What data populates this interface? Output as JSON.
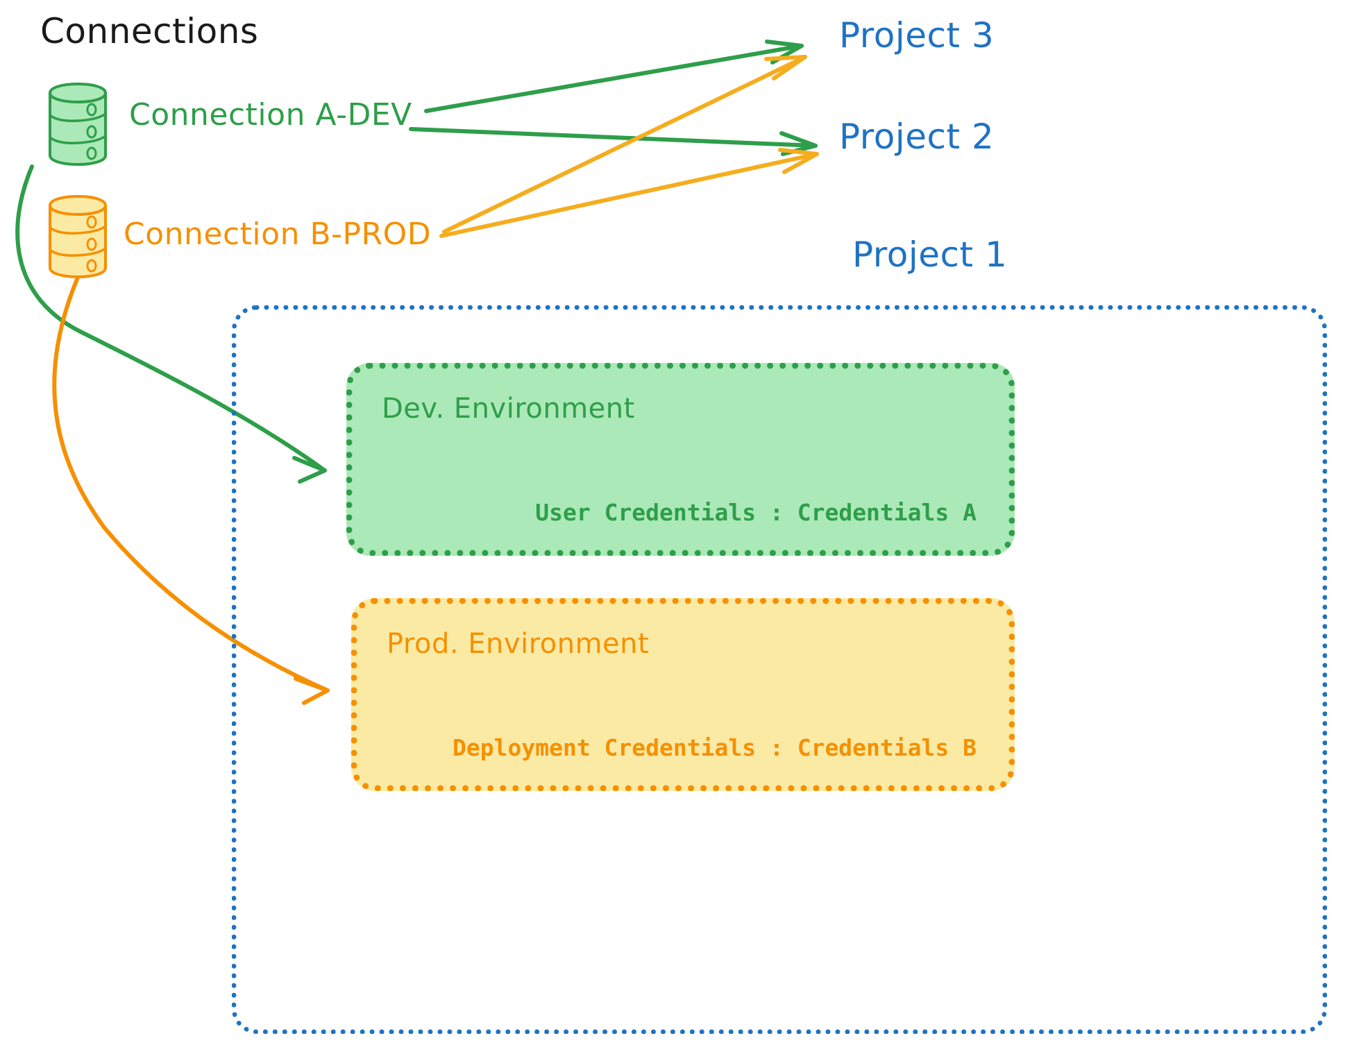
{
  "diagram": {
    "title": "Connections",
    "colors": {
      "green_stroke": "#2e9e4a",
      "green_fill": "#abe9b8",
      "orange_stroke": "#f59000",
      "orange_fill": "#fbeaa4",
      "blue_stroke": "#1f72c4",
      "title_color": "#1a1a1a",
      "background": "#ffffff"
    },
    "connections": [
      {
        "id": "connection-a-dev",
        "label": "Connection A-DEV",
        "icon": "database-cylinder-icon",
        "color": "#2e9e4a",
        "targets": [
          "Project 3",
          "Project 2",
          "Dev. Environment"
        ]
      },
      {
        "id": "connection-b-prod",
        "label": "Connection B-PROD",
        "icon": "database-cylinder-icon",
        "color": "#f59000",
        "targets": [
          "Project 3",
          "Project 2",
          "Prod. Environment"
        ]
      }
    ],
    "projects": [
      {
        "id": "project-3",
        "label": "Project 3"
      },
      {
        "id": "project-2",
        "label": "Project 2"
      },
      {
        "id": "project-1",
        "label": "Project 1"
      }
    ],
    "project_1": {
      "label": "Project 1",
      "environments": [
        {
          "id": "dev-environment",
          "title": "Dev. Environment",
          "credentials_label": "User Credentials",
          "credentials_separator": ":",
          "credentials_value": "Credentials A",
          "credentials_text": "User Credentials : Credentials A",
          "color": "#2e9e4a",
          "fill": "#abe9b8"
        },
        {
          "id": "prod-environment",
          "title": "Prod. Environment",
          "credentials_label": "Deployment Credentials",
          "credentials_separator": ":",
          "credentials_value": "Credentials B",
          "credentials_text": "Deployment Credentials : Credentials B",
          "color": "#f59000",
          "fill": "#fbeaa4"
        }
      ]
    }
  }
}
